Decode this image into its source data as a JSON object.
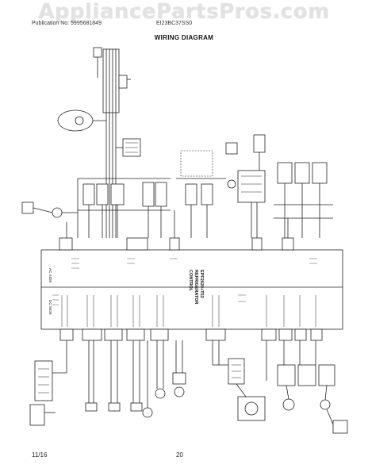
{
  "header": {
    "watermark": "AppliancePartsPros.com",
    "publication": "Publication No: 5995681849",
    "model": "EI23BC37SS0",
    "title": "WIRING DIAGRAM"
  },
  "control_board": {
    "ac_side": "AC SIDE",
    "dc_side": "DC SIDE",
    "name_line1": "EPF2620+T53",
    "name_line2": "REFRIGERATOR",
    "name_line3": "CONTROL"
  },
  "footer": {
    "date": "11/16",
    "page": "20"
  }
}
